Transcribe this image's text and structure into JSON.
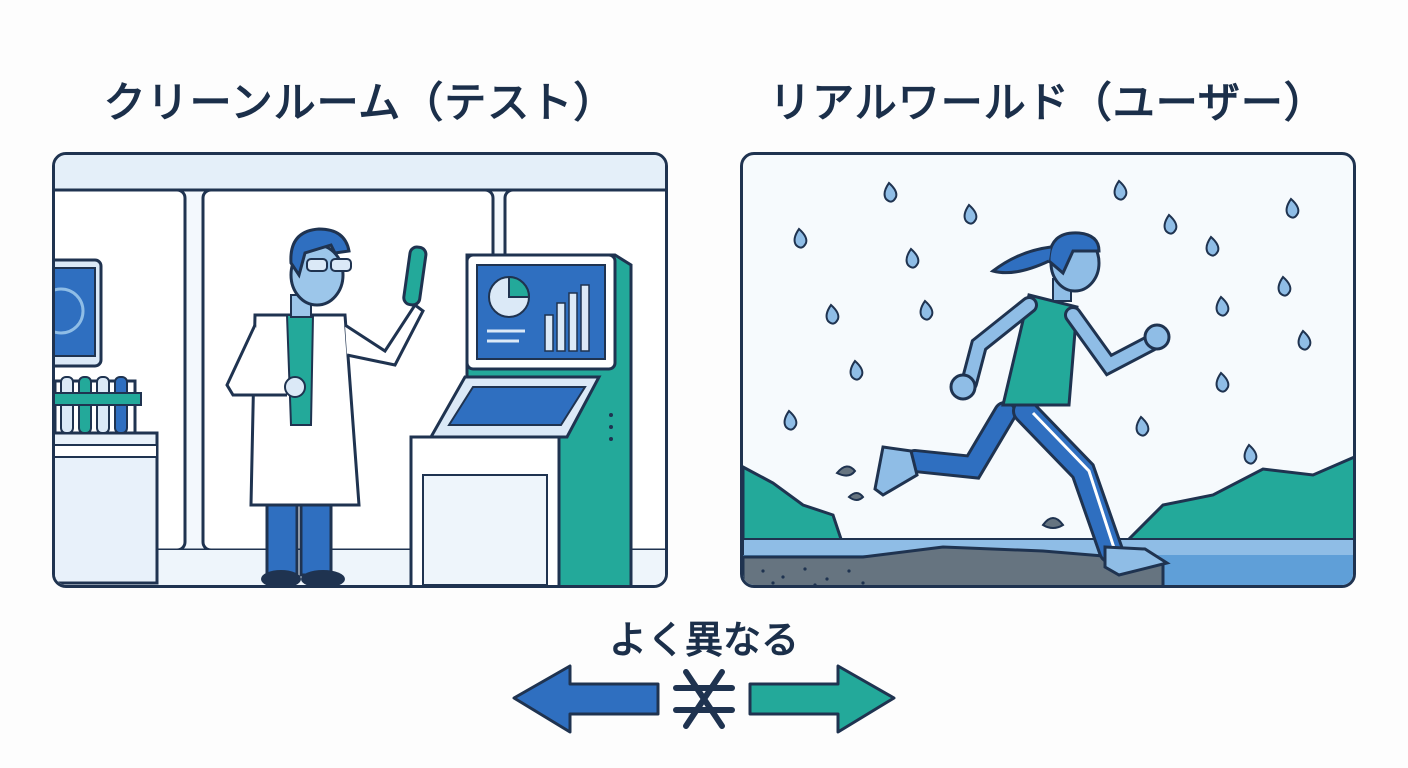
{
  "left_panel": {
    "title": "クリーンルーム（テスト）"
  },
  "right_panel": {
    "title": "リアルワールド（ユーザー）"
  },
  "comparison": {
    "label": "よく異なる",
    "symbol": "not-equal-icon"
  },
  "colors": {
    "outline": "#1f3350",
    "blue": "#2f6fc0",
    "light_blue": "#8fbde6",
    "teal": "#23a99a",
    "background_light": "#eaf3fb"
  }
}
